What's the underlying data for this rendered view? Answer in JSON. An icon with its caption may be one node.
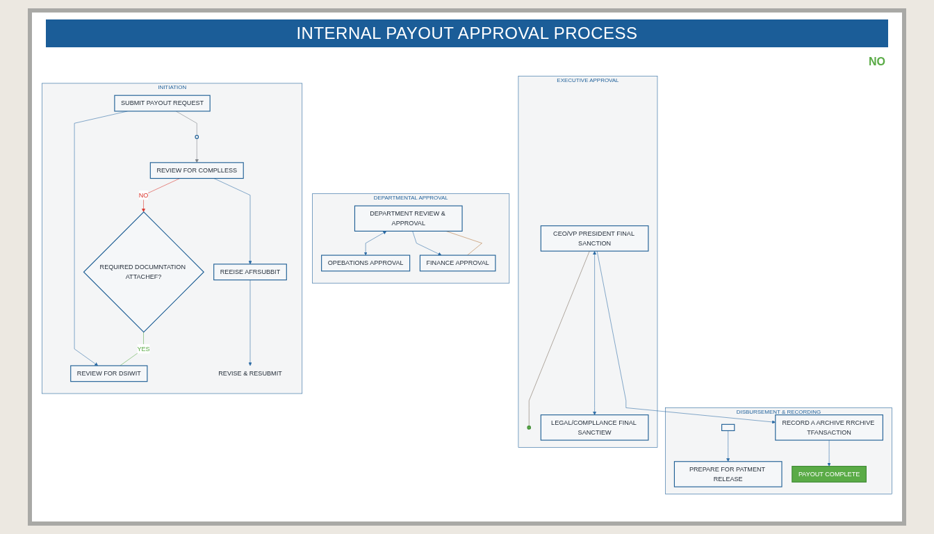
{
  "diagram": {
    "title": "INTERNAL PAYOUT APPROVAL PROCESS",
    "nodes": [
      {
        "text": [
          "INITIATION"
        ]
      },
      {
        "text": [
          "SUBMIT PAYOUT REQUEST"
        ],
        "in": 0
      },
      {
        "text": [
          "REVIEW FOR DSIWIT"
        ],
        "in": 0
      },
      {
        "text": [],
        "shape": "circle",
        "in": 0
      },
      {
        "text": [
          "REVIEW FOR COMPLLESS"
        ],
        "in": 0
      },
      {
        "text": [
          "REQUIRED DOCUMNTATION ATTACHEF?"
        ],
        "in": 0
      },
      {
        "text": [
          "REEISE AFRSUBBIT"
        ],
        "in": 0
      },
      {
        "text": [
          "REVISE & RESUBMIT"
        ],
        "in": 0
      },
      {
        "text": [
          "DEPARTMENTAL APPROVAL"
        ]
      },
      {
        "text": [
          "DEPARTMENT REVIEW & APPROVAL"
        ],
        "in": 8
      },
      {
        "text": [
          "OPEBATIONS APPROVAL"
        ],
        "in": 8
      },
      {
        "text": [
          "FINANCE APPROVAL"
        ],
        "in": 8
      },
      {
        "text": [
          "EXECUTIVE APPROVAL"
        ]
      },
      {
        "text": [
          "CEO/VP PRESIDENT FINAL SANCTION"
        ],
        "in": 12
      },
      {
        "text": [],
        "shape": "circle",
        "in": 12
      },
      {
        "text": [
          "LEGAL/COMPLLANCE FINAL SANCTIEW"
        ],
        "in": 12
      },
      {
        "text": [
          "DISBURSEMENT & RECORDING"
        ]
      },
      {
        "text": [],
        "shape": "box",
        "in": 16
      },
      {
        "text": [
          "PREPARE FOR PATMENT RELEASE"
        ],
        "in": 16
      },
      {
        "text": [
          "RECORD A ARCHIVE RRCHIVE TFANSACTION"
        ],
        "in": 16
      },
      {
        "text": [
          "PAYOUT COMPLETE"
        ],
        "in": 16
      }
    ],
    "edges": [
      {
        "from": 1,
        "to": 2,
        "arrow": "to"
      },
      {
        "from": 1,
        "to": 3,
        "arrow": "none",
        "color": "#7a7f85"
      },
      {
        "from": 3,
        "to": 4,
        "arrow": "to",
        "color": "#7a7f85"
      },
      {
        "from": 4,
        "to": 5,
        "arrow": "to",
        "color": "#d9342b",
        "label": "NO"
      },
      {
        "from": 5,
        "to": 2,
        "arrow": "none",
        "color": "#5aab46",
        "label": "YES"
      },
      {
        "from": 4,
        "to": 6,
        "arrow": "to"
      },
      {
        "from": 6,
        "to": 7,
        "arrow": "to"
      },
      {
        "from": 9,
        "to": 10,
        "arrow": "both"
      },
      {
        "from": 9,
        "to": 11,
        "arrow": "to"
      },
      {
        "from": 11,
        "to": 9,
        "arrow": "none",
        "color": "#b5743b"
      },
      {
        "from": 13,
        "to": 15,
        "arrow": "both"
      },
      {
        "from": 13,
        "to": 14,
        "arrow": "none",
        "color": "#7a6a5a"
      },
      {
        "from": 13,
        "to": 19,
        "arrow": "to"
      },
      {
        "from": 17,
        "to": 18,
        "arrow": "to"
      },
      {
        "from": 19,
        "to": 20,
        "arrow": "to"
      }
    ],
    "labels": [
      "NO"
    ]
  }
}
